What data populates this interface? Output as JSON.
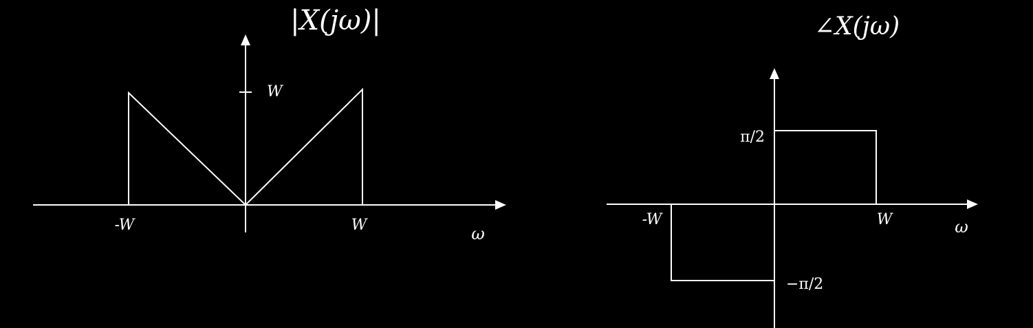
{
  "colors": {
    "background": "#000000",
    "foreground": "#ffffff"
  },
  "chart_data": [
    {
      "type": "line",
      "title": "|X(jω)|",
      "xlabel": "ω",
      "ylabel": "",
      "x_tick_labels": [
        "-W",
        "W"
      ],
      "y_tick_labels": [
        "W"
      ],
      "series": [
        {
          "x": [
            "-W",
            "-W",
            "0",
            "W",
            "W"
          ],
          "y": [
            "0",
            "W",
            "0",
            "W",
            "0"
          ]
        }
      ]
    },
    {
      "type": "line",
      "title": "∠X(jω)",
      "xlabel": "ω",
      "ylabel": "",
      "x_tick_labels": [
        "-W",
        "W"
      ],
      "y_tick_labels": [
        "π/2",
        "−π/2"
      ],
      "series": [
        {
          "x": [
            "-W",
            "-W",
            "0",
            "0",
            "W",
            "W"
          ],
          "y": [
            "0",
            "−π/2",
            "−π/2",
            "π/2",
            "π/2",
            "0"
          ]
        }
      ]
    }
  ]
}
